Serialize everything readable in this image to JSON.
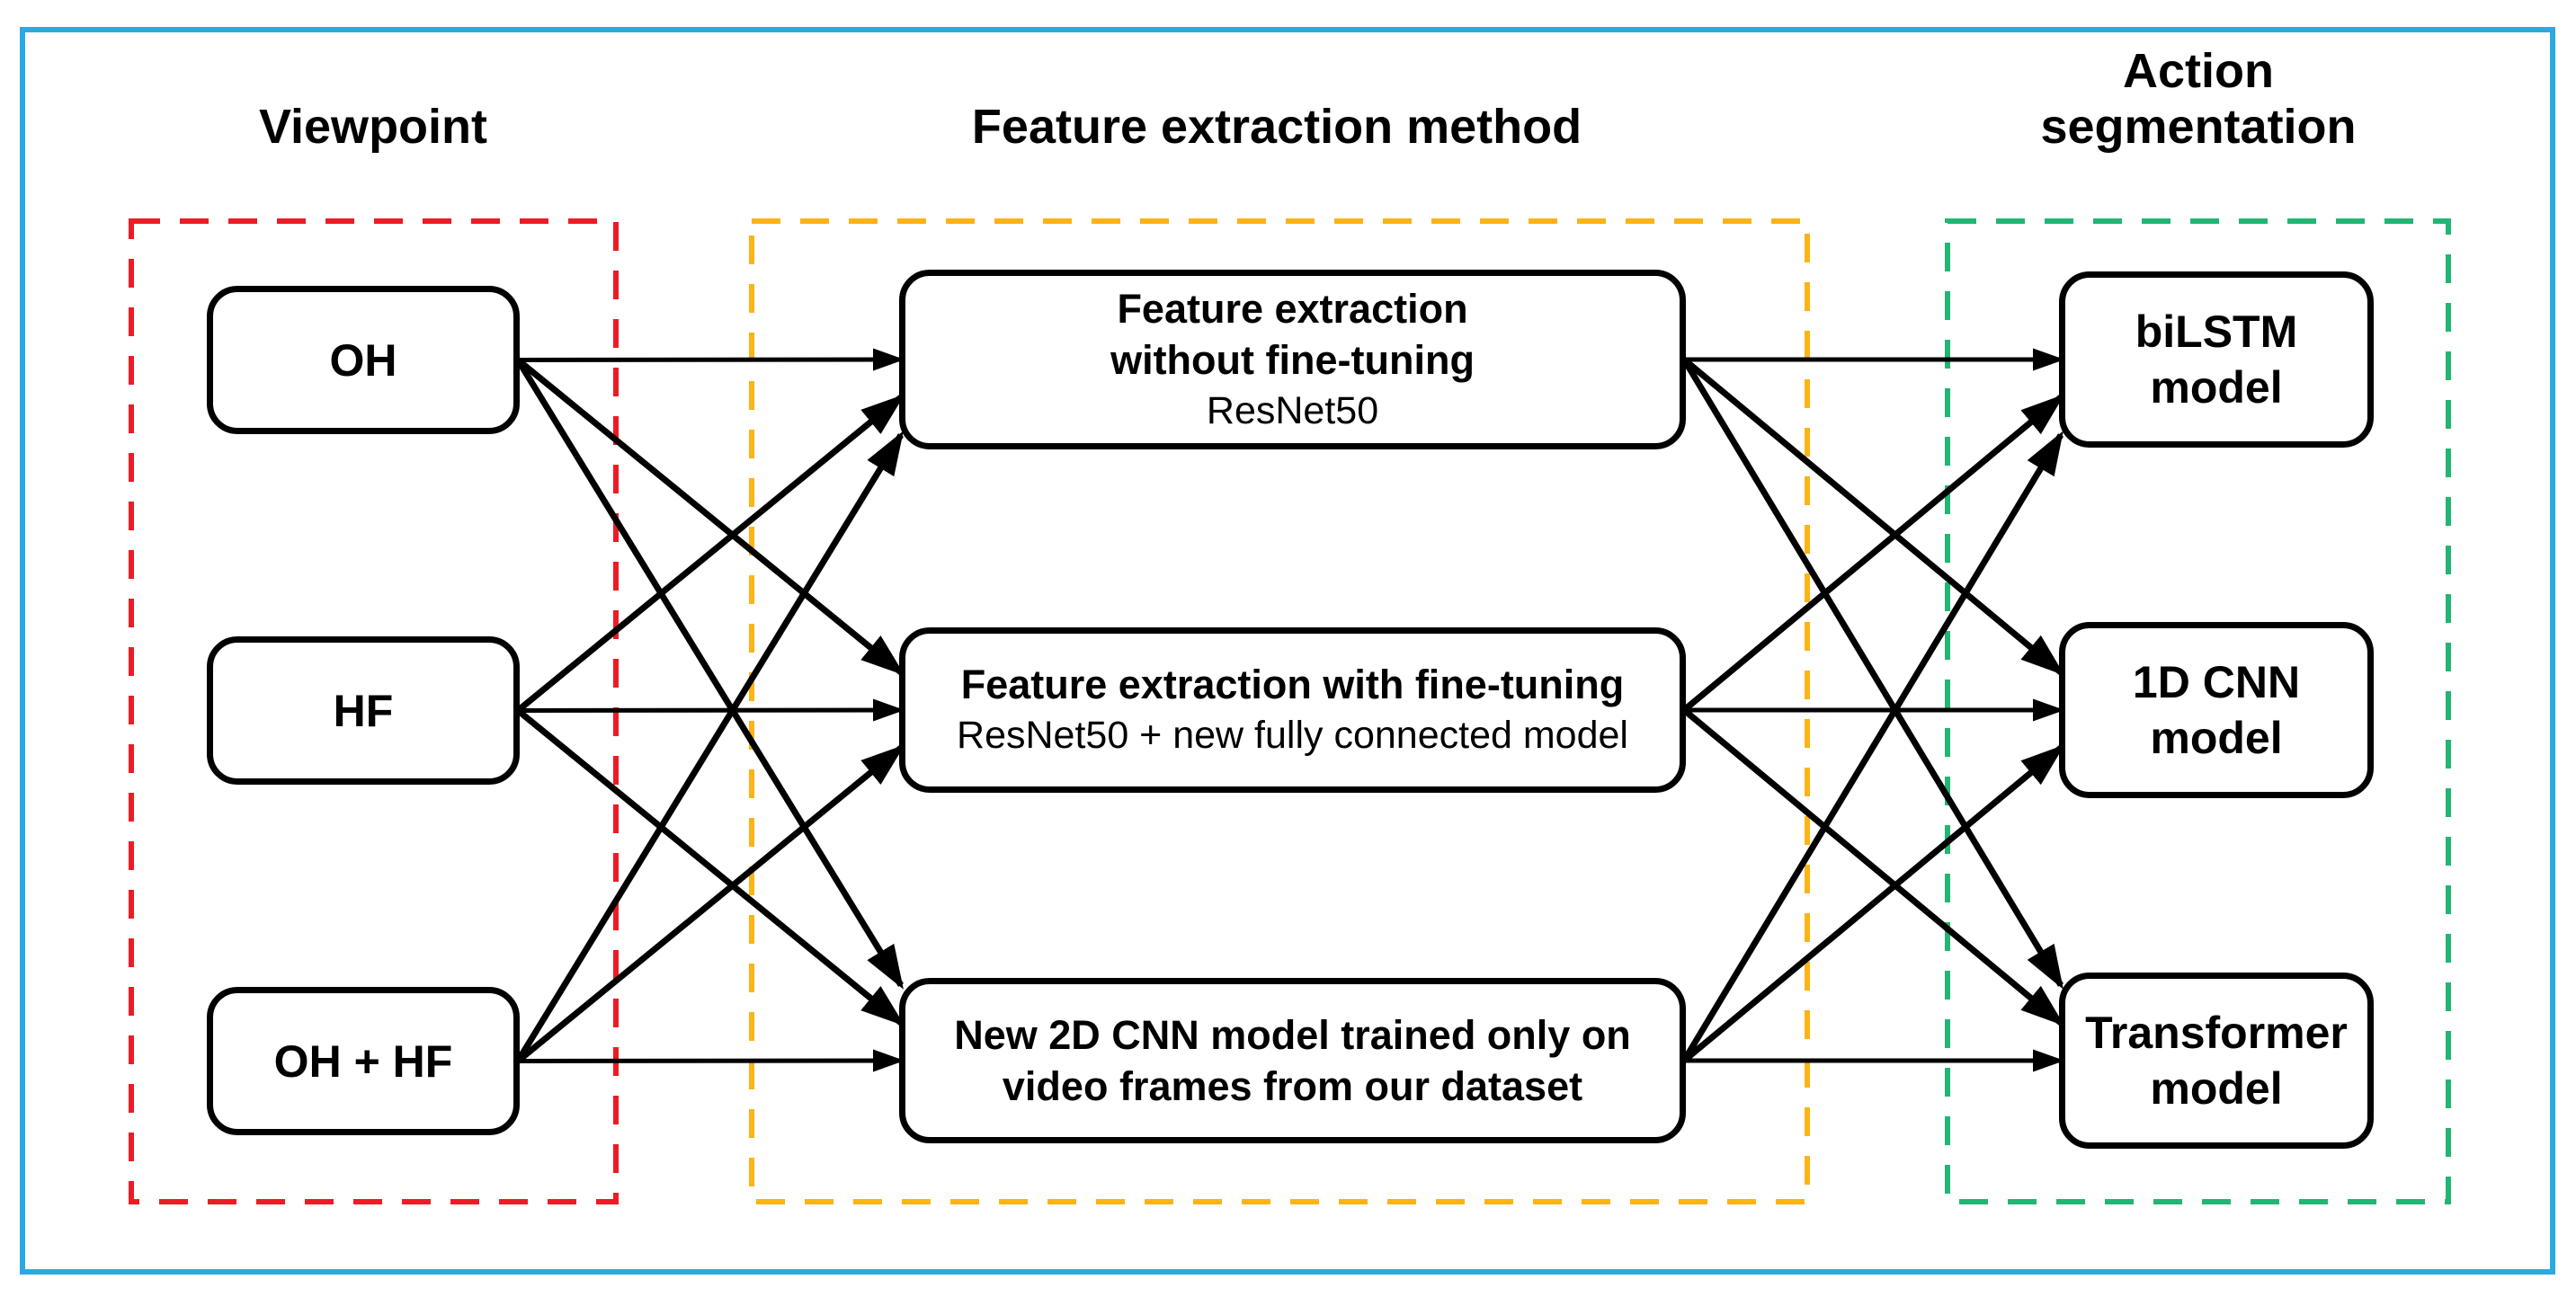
{
  "frame_color": "#29abe2",
  "connector_color": "#000000",
  "regions": [
    {
      "id": "viewpoint",
      "title": "Viewpoint",
      "border_color": "#ed1c24"
    },
    {
      "id": "feature-extraction-method",
      "title": "Feature extraction method",
      "border_color": "#fcb315"
    },
    {
      "id": "action-segmentation",
      "title": "Action segmentation",
      "border_color": "#22b573"
    }
  ],
  "nodes": {
    "oh": {
      "label": "OH"
    },
    "hf": {
      "label": "HF"
    },
    "ohhf": {
      "label": "OH + HF"
    },
    "fe1": {
      "lines": [
        "Feature extraction",
        "without fine-tuning"
      ],
      "subtitle": "ResNet50"
    },
    "fe2": {
      "lines": [
        "Feature extraction with fine-tuning"
      ],
      "subtitle": "ResNet50 + new fully connected model"
    },
    "fe3": {
      "lines": [
        "New 2D CNN model trained only on",
        "video frames from our dataset"
      ]
    },
    "bilstm": {
      "lines": [
        "biLSTM",
        "model"
      ]
    },
    "cnn1d": {
      "lines": [
        "1D CNN",
        "model"
      ]
    },
    "transformer": {
      "lines": [
        "Transformer",
        "model"
      ]
    }
  },
  "edges": [
    [
      "oh",
      "fe1"
    ],
    [
      "oh",
      "fe2"
    ],
    [
      "oh",
      "fe3"
    ],
    [
      "hf",
      "fe1"
    ],
    [
      "hf",
      "fe2"
    ],
    [
      "hf",
      "fe3"
    ],
    [
      "ohhf",
      "fe1"
    ],
    [
      "ohhf",
      "fe2"
    ],
    [
      "ohhf",
      "fe3"
    ],
    [
      "fe1",
      "bilstm"
    ],
    [
      "fe1",
      "cnn1d"
    ],
    [
      "fe1",
      "transformer"
    ],
    [
      "fe2",
      "bilstm"
    ],
    [
      "fe2",
      "cnn1d"
    ],
    [
      "fe2",
      "transformer"
    ],
    [
      "fe3",
      "bilstm"
    ],
    [
      "fe3",
      "cnn1d"
    ],
    [
      "fe3",
      "transformer"
    ]
  ]
}
